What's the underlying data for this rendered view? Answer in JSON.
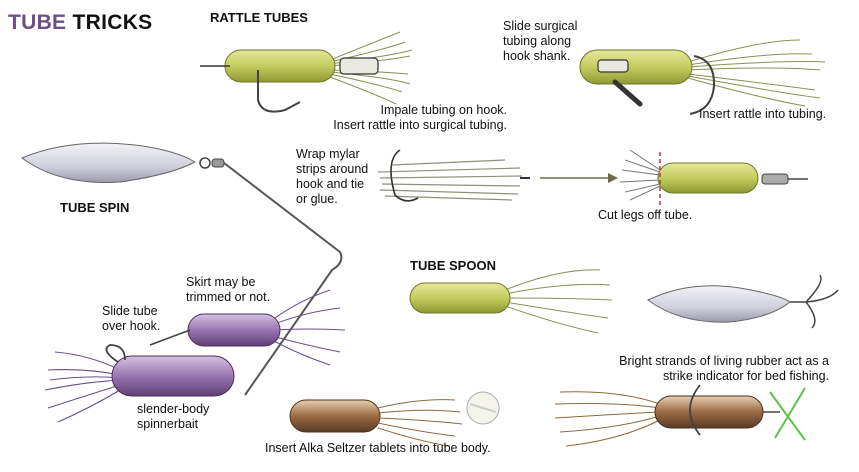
{
  "title": {
    "part1": "TUBE",
    "part2": "TRICKS"
  },
  "colors": {
    "title_accent": "#6b4f86",
    "tube_green": "#c9d264",
    "tube_purple": "#8e6aa6",
    "tube_brown": "#8a5a3c"
  },
  "headings": {
    "rattle_tubes": "RATTLE TUBES",
    "tube_spin": "TUBE SPIN",
    "tube_spoon": "TUBE SPOON"
  },
  "captions": {
    "slide_surgical": [
      "Slide surgical",
      "tubing along",
      "hook shank."
    ],
    "impale": [
      "Impale tubing on hook.",
      "Insert rattle into surgical tubing."
    ],
    "insert_rattle": "Insert rattle into tubing.",
    "wrap_mylar": [
      "Wrap mylar",
      "strips around",
      "hook and tie",
      "or glue."
    ],
    "cut_legs": "Cut legs off tube.",
    "skirt": [
      "Skirt may be",
      "trimmed or not."
    ],
    "slide_tube": [
      "Slide tube",
      "over hook."
    ],
    "slender": [
      "slender-body",
      "spinnerbait"
    ],
    "alka": "Insert Alka Seltzer tablets into tube body.",
    "bright": [
      "Bright strands of living rubber act as a",
      "strike indicator for bed fishing."
    ]
  }
}
